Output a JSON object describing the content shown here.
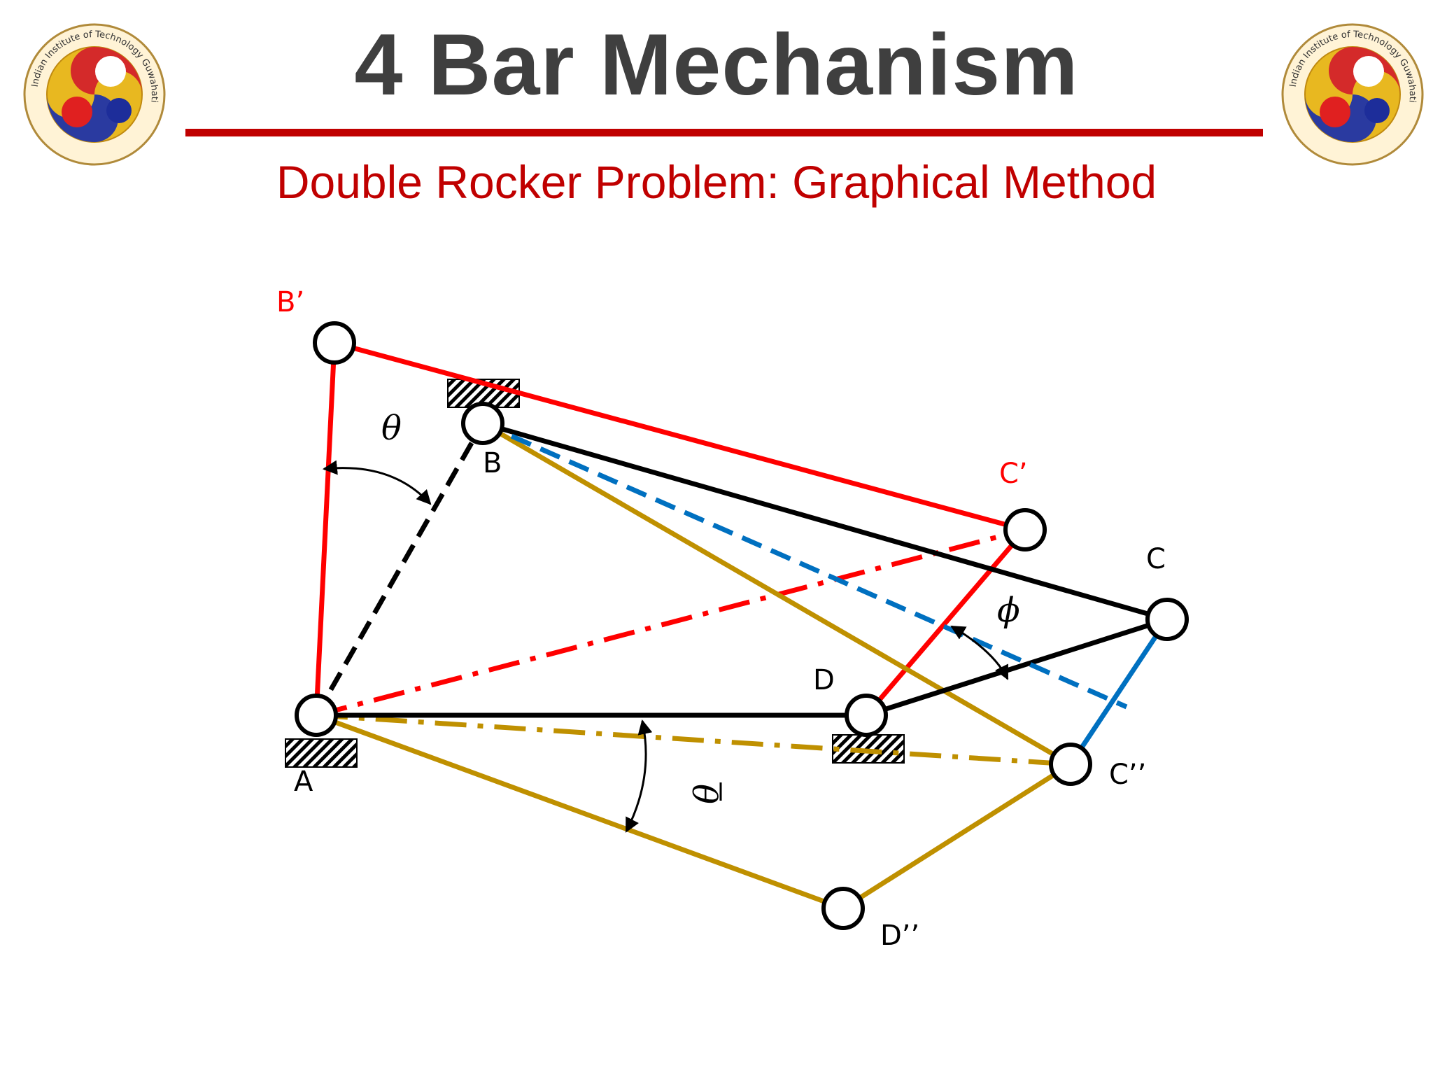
{
  "slide": {
    "title": "4 Bar Mechanism",
    "subtitle": "Double Rocker Problem: Graphical Method"
  },
  "colors": {
    "title": "#3f3f3f",
    "accent": "#c00000",
    "red_link": "#ff0000",
    "gold_link": "#bf9000",
    "blue_link": "#0070c0",
    "black_link": "#000000"
  },
  "logos": [
    {
      "icon": "iit-guwahati-seal-icon",
      "text": "Indian Institute of Technology Guwahati"
    },
    {
      "icon": "iit-guwahati-seal-icon",
      "text": "Indian Institute of Technology Guwahati"
    }
  ],
  "labels": {
    "A": "A",
    "B": "B",
    "C": "C",
    "D": "D",
    "B_prime": "B’",
    "C_prime": "C’",
    "C_dprime": "C’’",
    "D_dprime": "D’’",
    "theta": "θ",
    "phi": "ϕ",
    "theta_bar": "θ"
  }
}
